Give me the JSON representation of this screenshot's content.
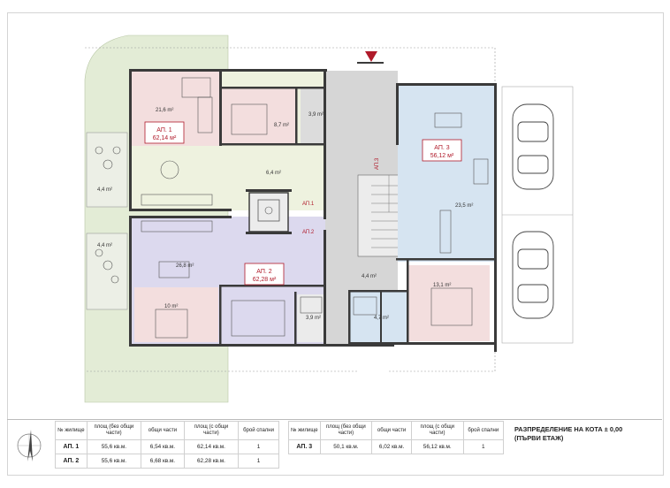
{
  "plan": {
    "apartments": [
      {
        "id": "ap1",
        "name": "АП. 1",
        "area": "62,14 м²",
        "color": "#eef2df"
      },
      {
        "id": "ap2",
        "name": "АП. 2",
        "area": "62,28 м²",
        "color": "#dcd9ee"
      },
      {
        "id": "ap3",
        "name": "АП. 3",
        "area": "56,12 м²",
        "color": "#d6e4f1"
      }
    ],
    "room_areas": {
      "r1": "21,6 m²",
      "r2": "8,7 m²",
      "r3": "3,9 m²",
      "r4": "6,4 m²",
      "r5": "4,4 m²",
      "r6": "4,4 m²",
      "r7": "26,8 m²",
      "r8": "10 m²",
      "r9": "3,9 m²",
      "r10": "4,4 m²",
      "r11": "4,7 m²",
      "r12": "23,5 m²",
      "r13": "13,1 m²"
    },
    "door_tags": {
      "ap1": "АП.1",
      "ap2": "АП.2",
      "ap3": "АП.3"
    },
    "colors": {
      "accent": "#b01a2a",
      "common": "#d6d6d6",
      "green": "#e3ecd6",
      "wall": "#3a3a3a"
    }
  },
  "table": {
    "headers": [
      "№ жилище",
      "площ (без общи части)",
      "общи части",
      "площ (с общи части)",
      "брой спални"
    ],
    "left_rows": [
      [
        "АП. 1",
        "55,6 кв.м.",
        "6,54 кв.м.",
        "62,14 кв.м.",
        "1"
      ],
      [
        "АП. 2",
        "55,6 кв.м.",
        "6,68 кв.м.",
        "62,28 кв.м.",
        "1"
      ]
    ],
    "right_rows": [
      [
        "АП. 3",
        "50,1 кв.м.",
        "6,02 кв.м.",
        "56,12 кв.м.",
        "1"
      ]
    ]
  },
  "distribution": {
    "line1": "РАЗПРЕДЕЛЕНИЕ НА КОТА ± 0,00",
    "line2": "(ПЪРВИ ЕТАЖ)"
  }
}
